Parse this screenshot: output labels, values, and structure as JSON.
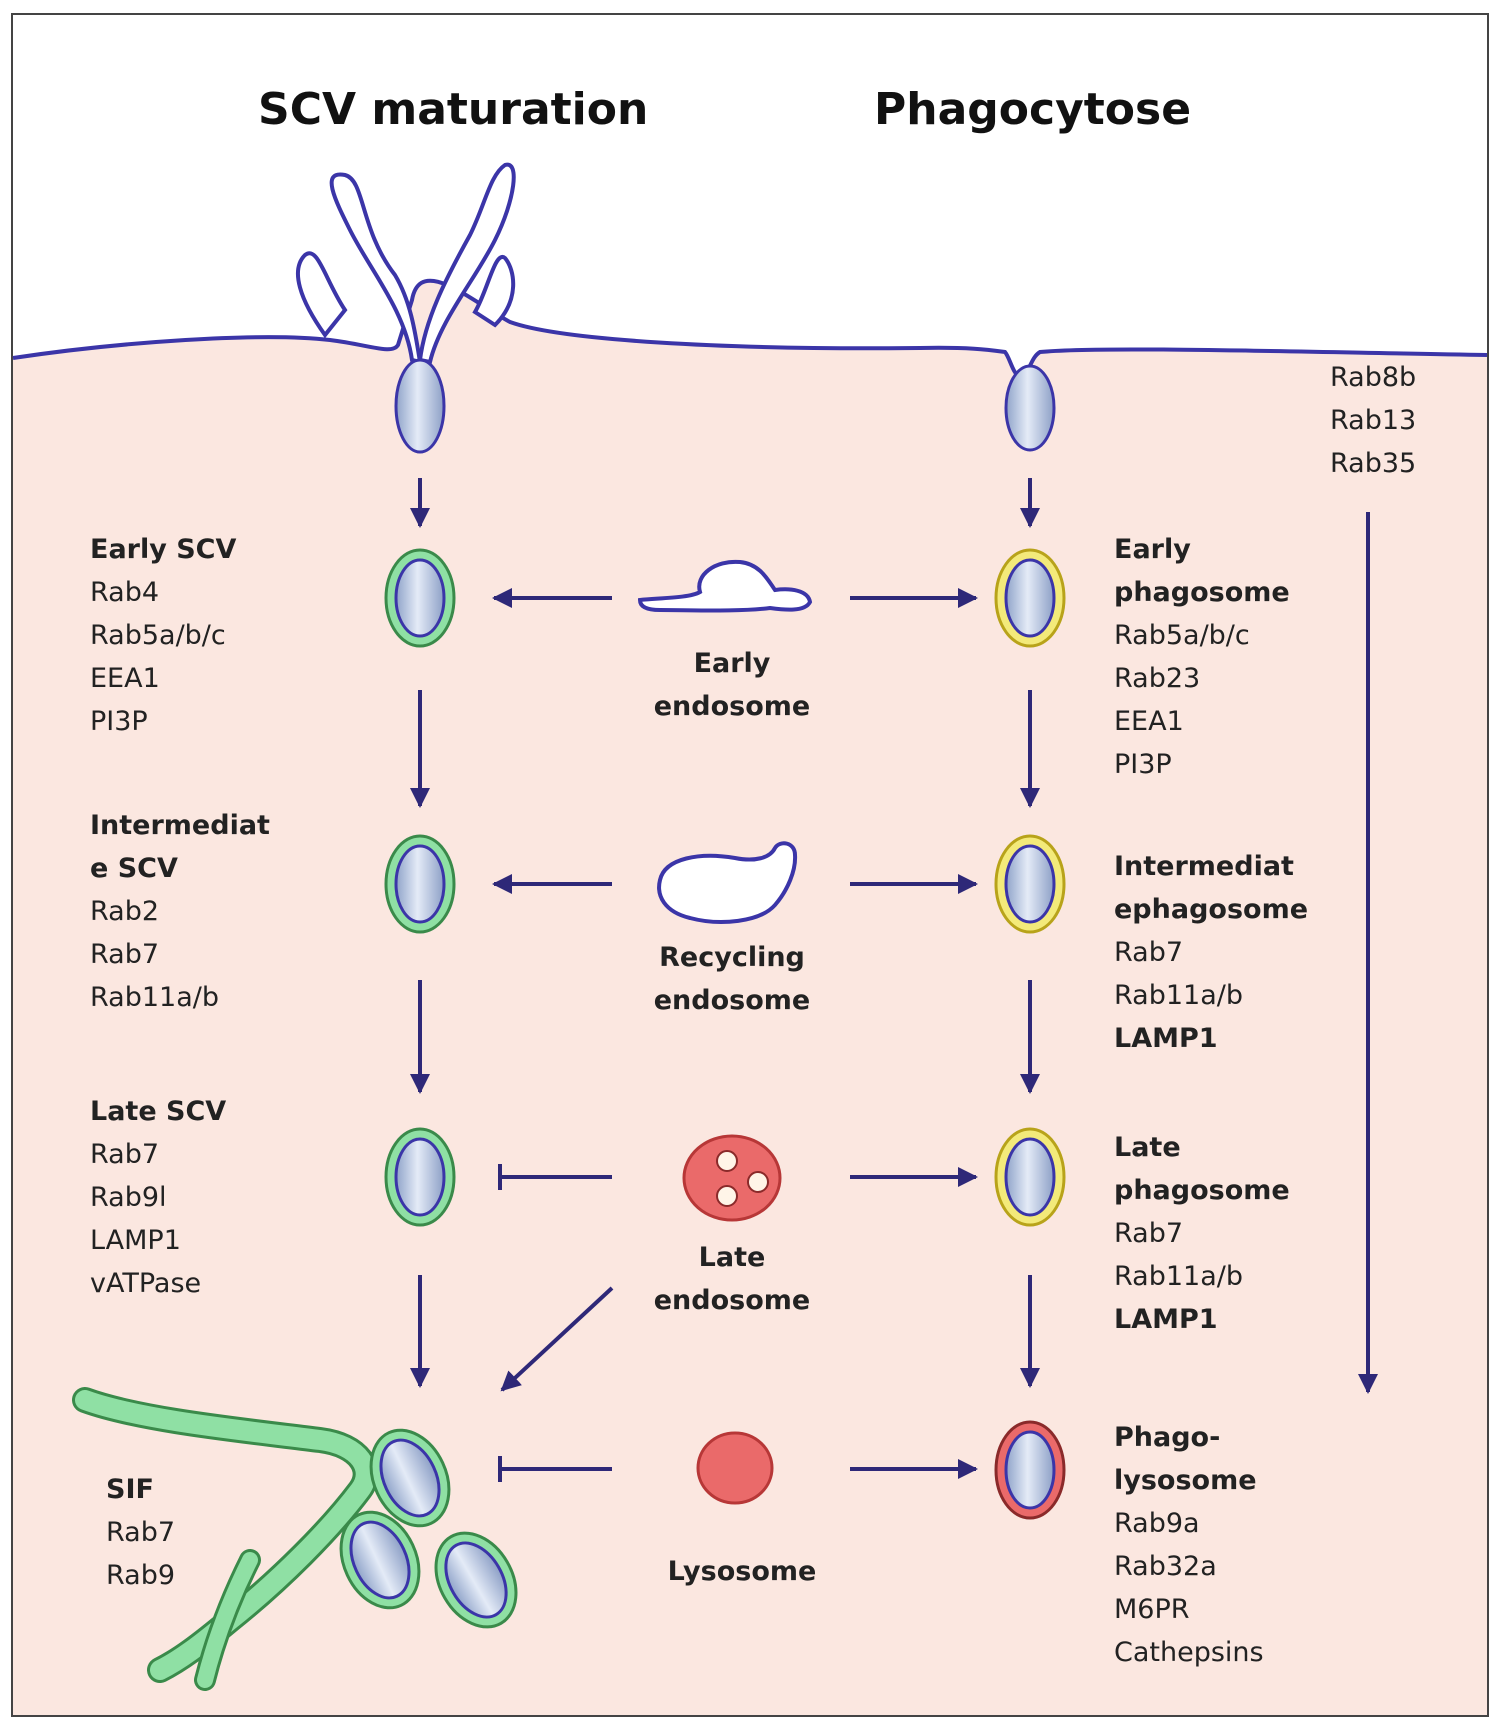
{
  "titles": {
    "left": "SCV maturation",
    "right": "Phagocytose"
  },
  "colors": {
    "cytoplasm": "#fbe7e0",
    "membrane": "#3b35a8",
    "arrow": "#2e2878",
    "scv_ring": "#8fe0a4",
    "phagosome_ring": "#f3ea7a",
    "lysosome": "#ea6a6a",
    "bacterium": "#aab8d8"
  },
  "rab_column": {
    "items": [
      "Rab8b",
      "Rab13",
      "Rab35"
    ]
  },
  "scv": {
    "early": {
      "heading": "Early SCV",
      "items": [
        "Rab4",
        "Rab5a/b/c",
        "EEA1",
        "PI3P"
      ]
    },
    "intermediate": {
      "heading_lines": [
        "Intermediat",
        "e SCV"
      ],
      "items": [
        "Rab2",
        "Rab7",
        "Rab11a/b"
      ]
    },
    "late": {
      "heading": "Late SCV",
      "items": [
        "Rab7",
        "Rab9l",
        "LAMP1",
        "vATPase"
      ]
    },
    "sif": {
      "heading": "SIF",
      "items": [
        "Rab7",
        "Rab9"
      ]
    }
  },
  "endosomes": {
    "early": [
      "Early",
      "endosome"
    ],
    "recycling": [
      "Recycling",
      "endosome"
    ],
    "late": [
      "Late",
      "endosome"
    ],
    "lysosome": "Lysosome"
  },
  "phagosome": {
    "early": {
      "heading_lines": [
        "Early",
        "phagosome"
      ],
      "items": [
        "Rab5a/b/c",
        "Rab23",
        "EEA1",
        "PI3P"
      ]
    },
    "intermediate": {
      "heading_lines": [
        "Intermediat",
        "ephagosome"
      ],
      "items": [
        "Rab7",
        "Rab11a/b"
      ],
      "bold_item": "LAMP1"
    },
    "late": {
      "heading_lines": [
        "Late",
        "phagosome"
      ],
      "items": [
        "Rab7",
        "Rab11a/b"
      ],
      "bold_item": "LAMP1"
    },
    "phagolysosome": {
      "heading_lines": [
        "Phago-",
        "lysosome"
      ],
      "items": [
        "Rab9a",
        "Rab32a",
        "M6PR",
        "Cathepsins"
      ]
    }
  }
}
